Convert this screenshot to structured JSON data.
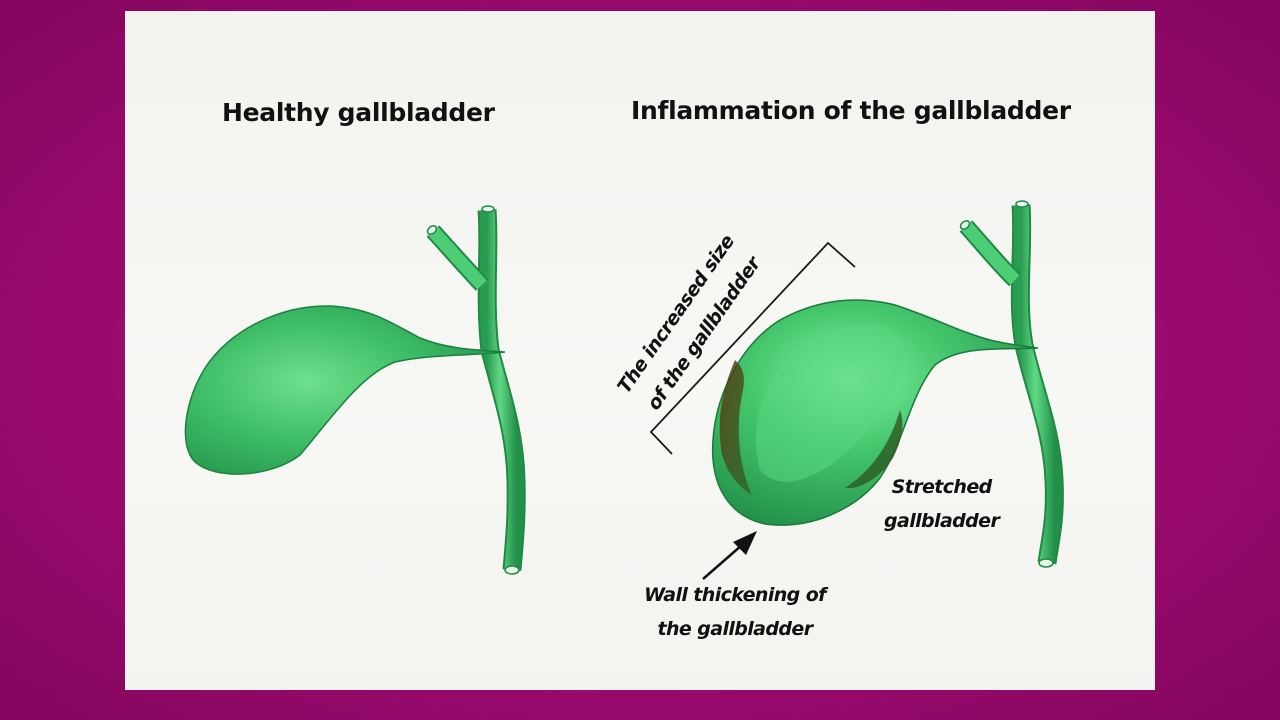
{
  "diagram": {
    "left_title": "Healthy gallbladder",
    "right_title": "Inflammation of the gallbladder",
    "labels": {
      "increased_size_line1": "The increased size",
      "increased_size_line2": "of the gallbladder",
      "stretched_line1": "Stretched",
      "stretched_line2": "gallbladder",
      "wall_line1": "Wall thickening of",
      "wall_line2": "the gallbladder"
    }
  },
  "colors": {
    "background_frame": "#a40d77",
    "panel": "#f4f4f1",
    "organ_green": "#3cb863",
    "organ_dark": "#1f8a44"
  }
}
